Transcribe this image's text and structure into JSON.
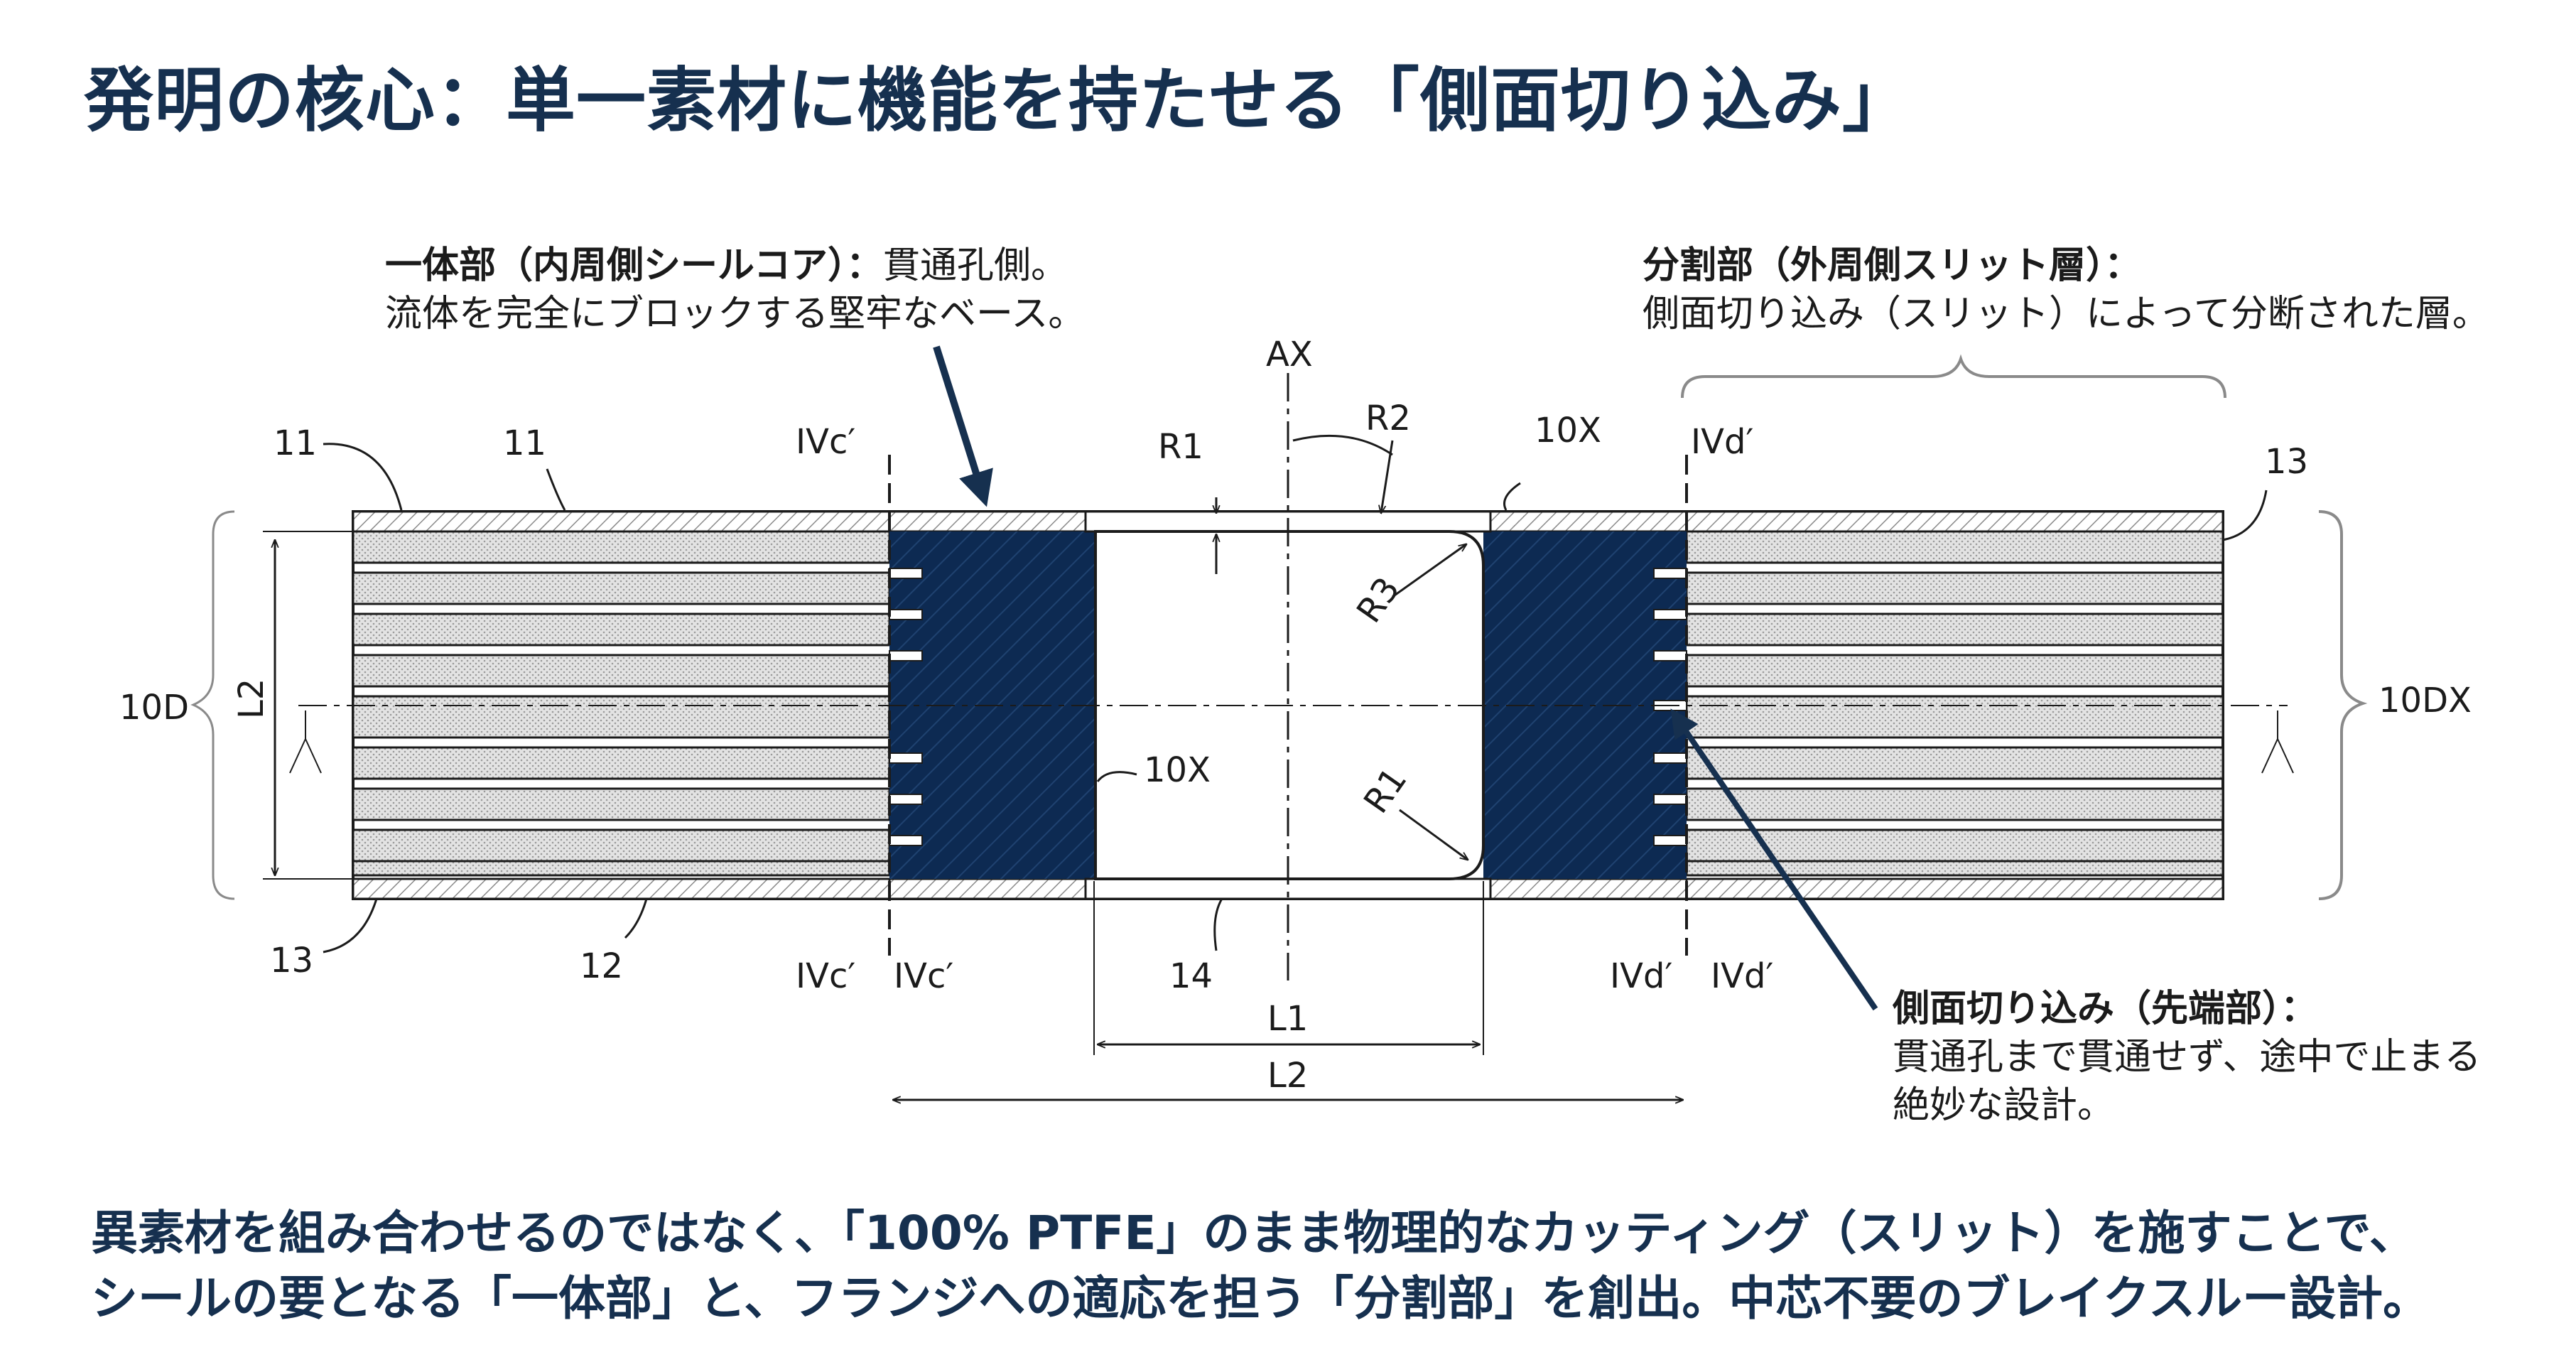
{
  "title": "発明の核心：単一素材に機能を持たせる「側面切り込み」",
  "callouts": {
    "integral": {
      "head": "一体部（内周側シールコア）：",
      "head_rest": "貫通孔側。",
      "line2": "流体を完全にブロックする堅牢なベース。"
    },
    "divided": {
      "head": "分割部（外周側スリット層）：",
      "line2": "側面切り込み（スリット）によって分断された層。"
    },
    "cut": {
      "head": "側面切り込み（先端部）：",
      "line2": "貫通孔まで貫通せず、途中で止まる",
      "line3": "絶妙な設計。"
    }
  },
  "labels": {
    "ax": "AX",
    "r1_top": "R1",
    "r2": "R2",
    "r3": "R3",
    "r1_bottom": "R1",
    "ivc_top": "IVc′",
    "ivd_top": "IVd′",
    "ivc_bottom_1": "IVc′",
    "ivc_bottom_2": "IVc′",
    "ivd_bottom_1": "IVd′",
    "ivd_bottom_2": "IVd′",
    "ref_11_a": "11",
    "ref_11_b": "11",
    "ref_10x_top": "10X",
    "ref_13_top": "13",
    "ref_10d": "10D",
    "ref_l2_vert": "L2",
    "ref_10x_mid": "10X",
    "ref_10dx": "10DX",
    "ref_13_bottom": "13",
    "ref_12": "12",
    "ref_14": "14",
    "dim_l1": "L1",
    "dim_l2": "L2"
  },
  "bottom_text": {
    "line1": "異素材を組み合わせるのではなく、「100% PTFE」のまま物理的なカッティング（スリット）を施すことで、",
    "line2": "シールの要となる「一体部」と、フランジへの適応を担う「分割部」を創出。中芯不要のブレイクスルー設計。"
  },
  "colors": {
    "navy": "#16304f",
    "core": "#0d2a52",
    "line": "#1b1b1b",
    "hatch_fill": "#d9d9d9"
  }
}
